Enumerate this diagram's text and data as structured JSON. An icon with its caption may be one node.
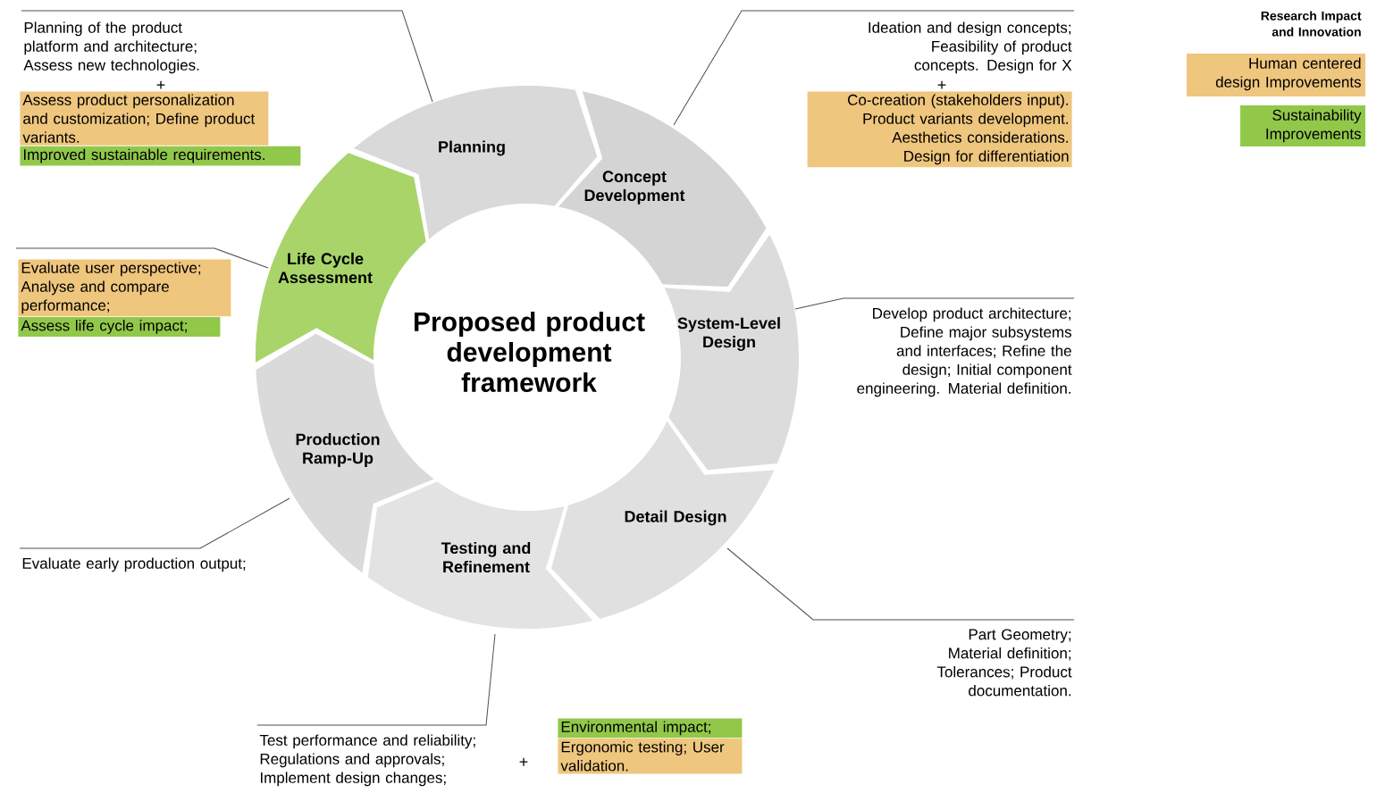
{
  "diagram": {
    "nodes": [
      {
        "text": [
          "Planning"
        ]
      },
      {
        "text": [
          "Concept Development"
        ]
      },
      {
        "text": [
          "System-Level Design"
        ]
      },
      {
        "text": [
          "Detail Design"
        ]
      },
      {
        "text": [
          "Testing and Refinement"
        ]
      },
      {
        "text": [
          "Production Ramp-Up"
        ]
      },
      {
        "text": [
          "Life Cycle Assessment"
        ]
      },
      {
        "text": [
          "Proposed product development framework"
        ]
      },
      {
        "text": [
          "Planning of the product platform and architecture; Assess new technologies."
        ]
      },
      {
        "text": [
          "Assess product personalization and customization; Define product variants."
        ]
      },
      {
        "text": [
          "Improved sustainable requirements."
        ]
      },
      {
        "text": [
          "Ideation and design concepts; Feasibility of product concepts. Design for X"
        ]
      },
      {
        "text": [
          "Co-creation (stakeholders input). Product variants development. Aesthetics considerations. Design for differentiation"
        ]
      },
      {
        "text": [
          "Develop product architecture; Define major subsystems and interfaces; Refine the design; Initial component engineering. Material definition."
        ]
      },
      {
        "text": [
          "Part Geometry; Material definition; Tolerances; Product documentation."
        ]
      },
      {
        "text": [
          "Test performance and reliability; Regulations and approvals; Implement design changes;"
        ]
      },
      {
        "text": [
          "Environmental impact;"
        ]
      },
      {
        "text": [
          "Ergonomic testing; User validation."
        ]
      },
      {
        "text": [
          "Evaluate early production output;"
        ]
      },
      {
        "text": [
          "Evaluate user perspective; Analyse and compare performance;"
        ]
      },
      {
        "text": [
          "Assess life cycle impact;"
        ]
      }
    ],
    "edges": [
      {
        "from": 8,
        "to": 0,
        "arrow": "none"
      },
      {
        "from": 11,
        "to": 1,
        "arrow": "none"
      },
      {
        "from": 13,
        "to": 2,
        "arrow": "none"
      },
      {
        "from": 14,
        "to": 3,
        "arrow": "none"
      },
      {
        "from": 15,
        "to": 4,
        "arrow": "none"
      },
      {
        "from": 18,
        "to": 5,
        "arrow": "none"
      },
      {
        "from": 19,
        "to": 6,
        "arrow": "none"
      }
    ],
    "labels": [
      "Research Impact and Innovation",
      "+",
      "+",
      "+"
    ],
    "legend": [
      {
        "text": "Human centered design Improvements",
        "color": "#efc67e"
      },
      {
        "text": "Sustainability Improvements",
        "color": "#92c84a"
      }
    ]
  }
}
